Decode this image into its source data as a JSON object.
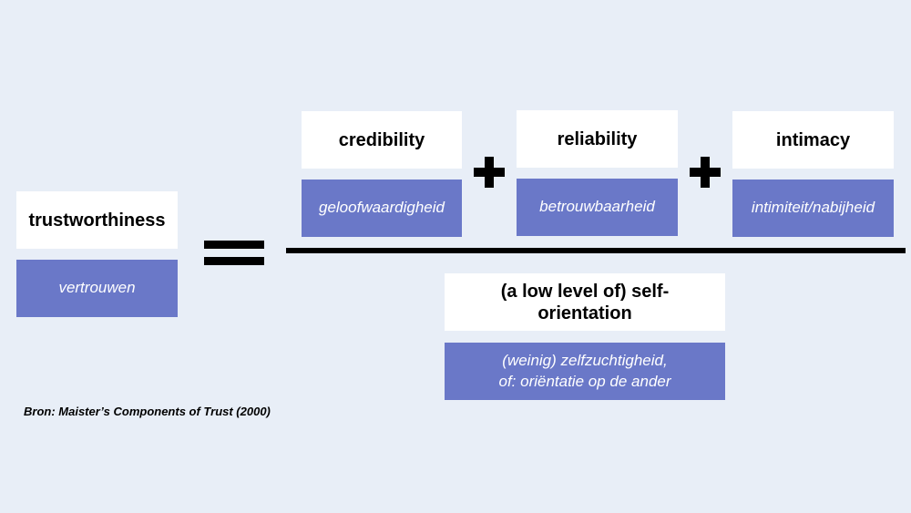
{
  "left": {
    "term": "trustworthiness",
    "translation": "vertrouwen"
  },
  "numerator": [
    {
      "term": "credibility",
      "translation": "geloofwaardigheid"
    },
    {
      "term": "reliability",
      "translation": "betrouwbaarheid"
    },
    {
      "term": "intimacy",
      "translation": "intimiteit/nabijheid"
    }
  ],
  "denominator": {
    "term_line1": "(a low level of) self-",
    "term_line2": "orientation",
    "translation_line1": "(weinig) zelfzuchtigheid,",
    "translation_line2": "of: oriëntatie op de ander"
  },
  "source": "Bron: Maister’s Components of Trust (2000)",
  "colors": {
    "background": "#e8eef7",
    "term_box": "#ffffff",
    "translation_box": "#6a78c8",
    "symbols": "#000000"
  }
}
